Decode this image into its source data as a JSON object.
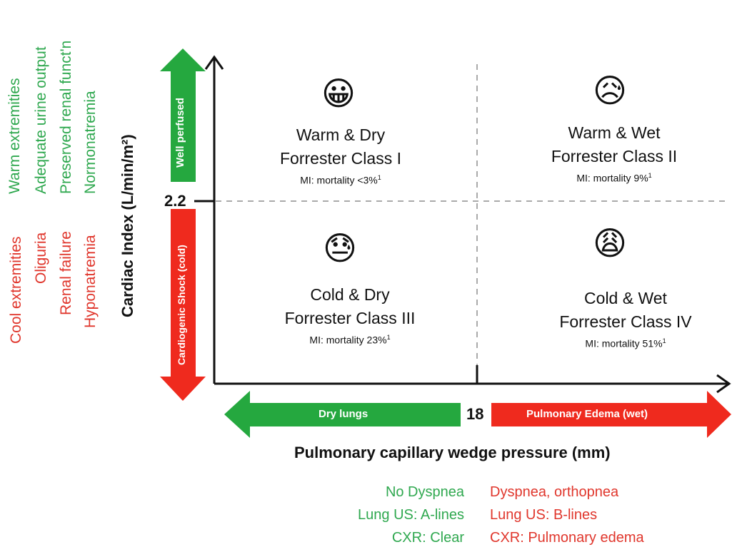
{
  "left_lists": {
    "well_perfused": [
      "Warm extremities",
      "Adequate urine output",
      "Preserved renal funct'n",
      "Normonatremia"
    ],
    "cold": [
      "Cool extremities",
      "Oliguria",
      "Renal failure",
      "Hyponatremia"
    ]
  },
  "y_axis": {
    "label": "Cardiac Index (L/min/m²)",
    "threshold": "2.2",
    "up_arrow_label": "Well perfused",
    "down_arrow_label": "Cardiogenic Shock (cold)",
    "up_arrow_color": "#25a83f",
    "down_arrow_color": "#ef2a1e"
  },
  "x_axis": {
    "label": "Pulmonary capillary wedge pressure (mm)",
    "threshold": "18",
    "left_arrow_label": "Dry lungs",
    "right_arrow_label": "Pulmonary Edema (wet)",
    "left_arrow_color": "#25a83f",
    "right_arrow_color": "#ef2a1e"
  },
  "quadrants": {
    "q1": {
      "title": "Warm & Dry",
      "class": "Forrester Class I",
      "note_prefix": "MI: mortality <3%",
      "note_sup": "1",
      "emoji": "😀"
    },
    "q2": {
      "title": "Warm & Wet",
      "class": "Forrester Class II",
      "note_prefix": "MI:  mortality 9%",
      "note_sup": "1",
      "emoji": "😥"
    },
    "q3": {
      "title": "Cold & Dry",
      "class": "Forrester Class III",
      "note_prefix": "MI:  mortality 23%",
      "note_sup": "1",
      "emoji": "😓"
    },
    "q4": {
      "title": "Cold & Wet",
      "class": "Forrester Class IV",
      "note_prefix": "MI:  mortality 51%",
      "note_sup": "1",
      "emoji": "😩"
    }
  },
  "bottom_lists": {
    "dry": [
      "No Dyspnea",
      "Lung US:  A-lines",
      "CXR: Clear"
    ],
    "wet": [
      "Dyspnea, orthopnea",
      "Lung US: B-lines",
      "CXR: Pulmonary edema"
    ]
  }
}
